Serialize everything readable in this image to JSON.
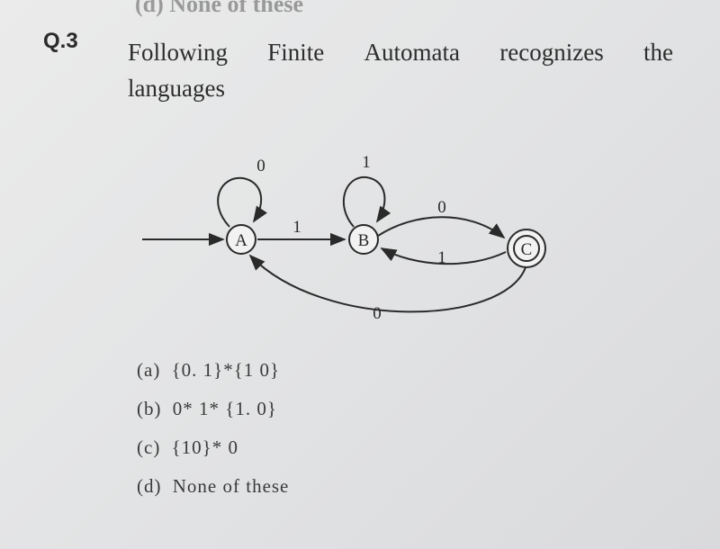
{
  "page": {
    "top_fragment": "(d) None of these"
  },
  "question": {
    "number": "Q.3",
    "words_line1": [
      "Following",
      "Finite",
      "Automata",
      "recognizes",
      "the"
    ],
    "line2": "languages"
  },
  "automaton": {
    "states": [
      {
        "id": "A",
        "label": "A",
        "start": true,
        "accepting": false
      },
      {
        "id": "B",
        "label": "B",
        "start": false,
        "accepting": false
      },
      {
        "id": "C",
        "label": "C",
        "start": false,
        "accepting": true
      }
    ],
    "transitions": [
      {
        "from": "A",
        "to": "A",
        "symbol": "0"
      },
      {
        "from": "A",
        "to": "B",
        "symbol": "1"
      },
      {
        "from": "B",
        "to": "B",
        "symbol": "1"
      },
      {
        "from": "B",
        "to": "C",
        "symbol": "0"
      },
      {
        "from": "C",
        "to": "B",
        "symbol": "1"
      },
      {
        "from": "C",
        "to": "A",
        "symbol": "0"
      }
    ]
  },
  "options": [
    {
      "label": "(a)",
      "text": "{0. 1}*{1 0}"
    },
    {
      "label": "(b)",
      "text": "0* 1* {1. 0}"
    },
    {
      "label": "(c)",
      "text": "{10}* 0"
    },
    {
      "label": "(d)",
      "text": "None of these"
    }
  ],
  "colors": {
    "ink": "#2a2a2a",
    "paper": "#e6e6e7"
  }
}
